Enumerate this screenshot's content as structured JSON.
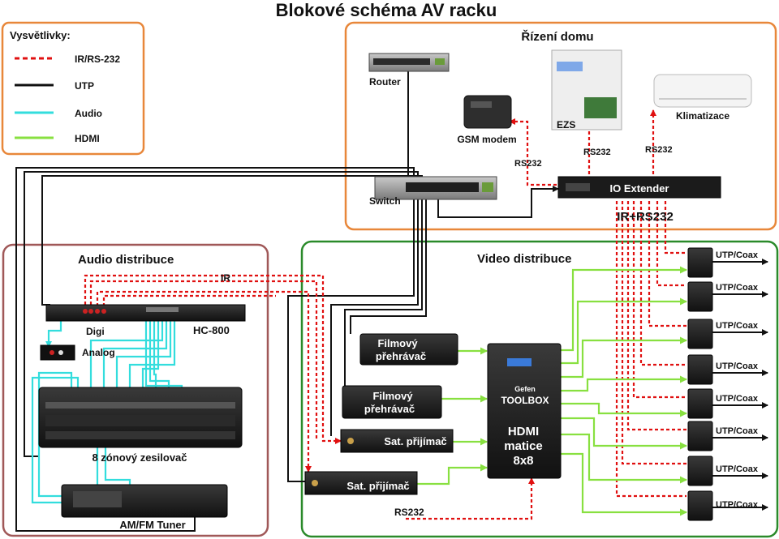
{
  "title": "Blokové schéma AV racku",
  "legend": {
    "heading": "Vysvětlivky:",
    "items": [
      {
        "label": "IR/RS-232",
        "color": "#e01010",
        "style": "dashed"
      },
      {
        "label": "UTP",
        "color": "#111111",
        "style": "solid"
      },
      {
        "label": "Audio",
        "color": "#33dddd",
        "style": "solid"
      },
      {
        "label": "HDMI",
        "color": "#88e040",
        "style": "solid"
      }
    ]
  },
  "sections": {
    "home": "Řízení domu",
    "audio": "Audio distribuce",
    "video": "Video distribuce"
  },
  "devices": {
    "router": "Router",
    "switch": "Switch",
    "gsm": "GSM modem",
    "ezs": "EZS",
    "klimatizace": "Klimatizace",
    "io_extender": "IO Extender",
    "ir_rs232": "IR+RS232",
    "hc800": "HC-800",
    "digi": "Digi",
    "analog": "Analog",
    "amplifier": "8 zónový zesilovač",
    "tuner": "AM/FM Tuner",
    "player1": [
      "Filmový",
      "přehrávač"
    ],
    "player2": [
      "Filmový",
      "přehrávač"
    ],
    "sat1": "Sat. přijímač",
    "sat2": "Sat. přijímač",
    "matrix": [
      "HDMI",
      "matice",
      "8x8"
    ],
    "matrix_brand": "Gefen",
    "matrix_model": "TOOLBOX"
  },
  "labels": {
    "ir": "IR",
    "rs232_gsm": "RS232",
    "rs232_ezs": "RS232",
    "rs232_klima": "RS232",
    "rs232_bottom": "RS232"
  },
  "extenders": [
    "UTP/Coax",
    "UTP/Coax",
    "UTP/Coax",
    "UTP/Coax",
    "UTP/Coax",
    "UTP/Coax",
    "UTP/Coax",
    "UTP/Coax"
  ],
  "colors": {
    "ir": "#e01010",
    "utp": "#111111",
    "audio": "#33dddd",
    "hdmi": "#88e040",
    "legend_border": "#e8873a",
    "home_border": "#e8873a",
    "audio_border": "#a05858",
    "video_border": "#2a8a2a"
  }
}
